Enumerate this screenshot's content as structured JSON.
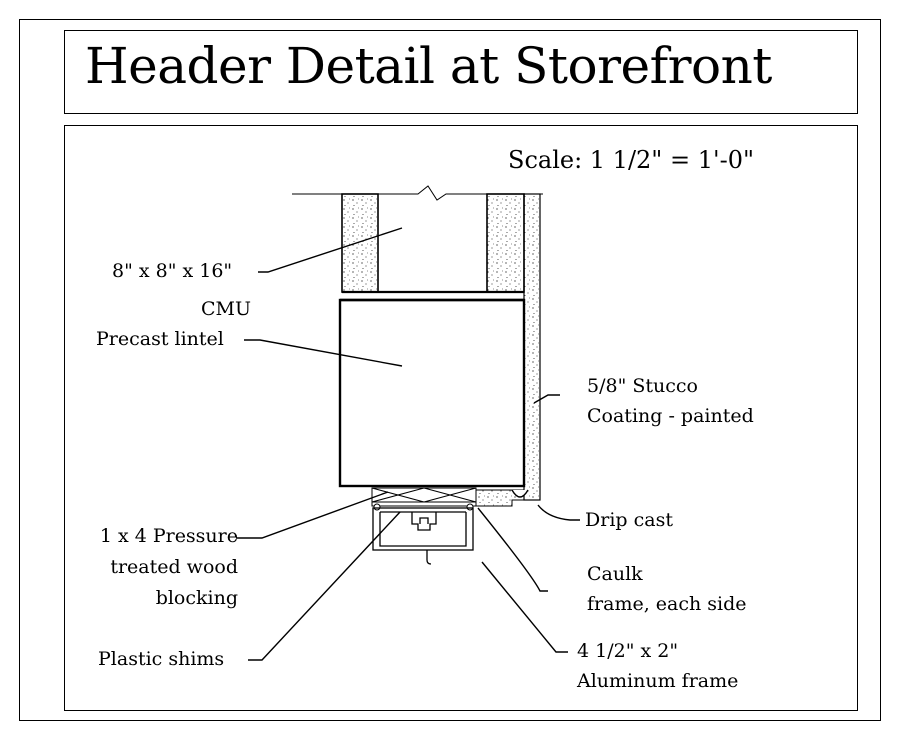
{
  "title": "Header Detail at Storefront",
  "scale": "Scale: 1 1/2\" = 1'-0\"",
  "labels": {
    "cmu_line1": "8\" x 8\" x 16\"",
    "cmu_line2": "CMU",
    "lintel": "Precast lintel",
    "stucco_line1": "5/8\" Stucco",
    "stucco_line2": "Coating - painted",
    "drip": "Drip cast",
    "blocking_line1": "1 x 4 Pressure",
    "blocking_line2": "treated wood",
    "blocking_line3": "blocking",
    "caulk_line1": "Caulk",
    "caulk_line2": "frame, each side",
    "shims": "Plastic shims",
    "frame_line1": "4 1/2\" x 2\"",
    "frame_line2": "Aluminum frame"
  }
}
